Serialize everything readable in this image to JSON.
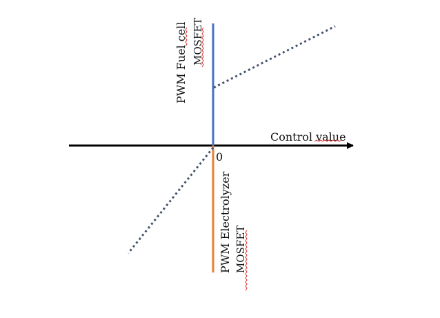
{
  "diagram": {
    "x_axis_label": "Control value",
    "origin_label": "0",
    "upper_label_line1": "PWM Fuel cell",
    "upper_label_line2": "MOSFET",
    "lower_label_line1": "PWM Electrolyzer",
    "lower_label_line2": "MOSFET"
  },
  "colors": {
    "axis": "#000000",
    "fuel_cell_axis": "#4472c4",
    "electrolyzer_axis": "#ed7d31",
    "dotted_line": "#44546a",
    "spellcheck_underline": "#e03030"
  }
}
